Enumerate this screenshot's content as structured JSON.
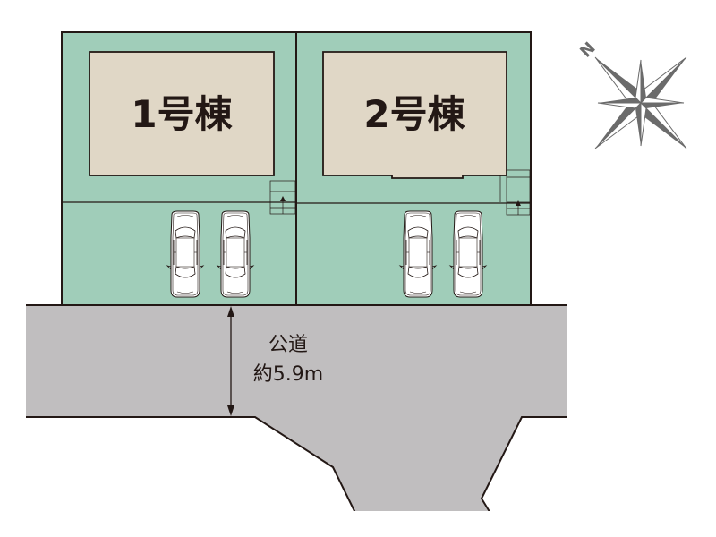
{
  "site_plan": {
    "colors": {
      "lot_fill": "#a0cdb9",
      "building_fill": "#e0d7c6",
      "road_fill": "#c0bebf",
      "line": "#231815",
      "compass": "#666666"
    },
    "lots": [
      {
        "id": 1,
        "building_label": "1号棟",
        "parking_spaces": 2
      },
      {
        "id": 2,
        "building_label": "2号棟",
        "parking_spaces": 2
      }
    ],
    "road": {
      "label": "公道",
      "width_label": "約5.9m"
    },
    "compass": {
      "north_label": "N"
    }
  }
}
